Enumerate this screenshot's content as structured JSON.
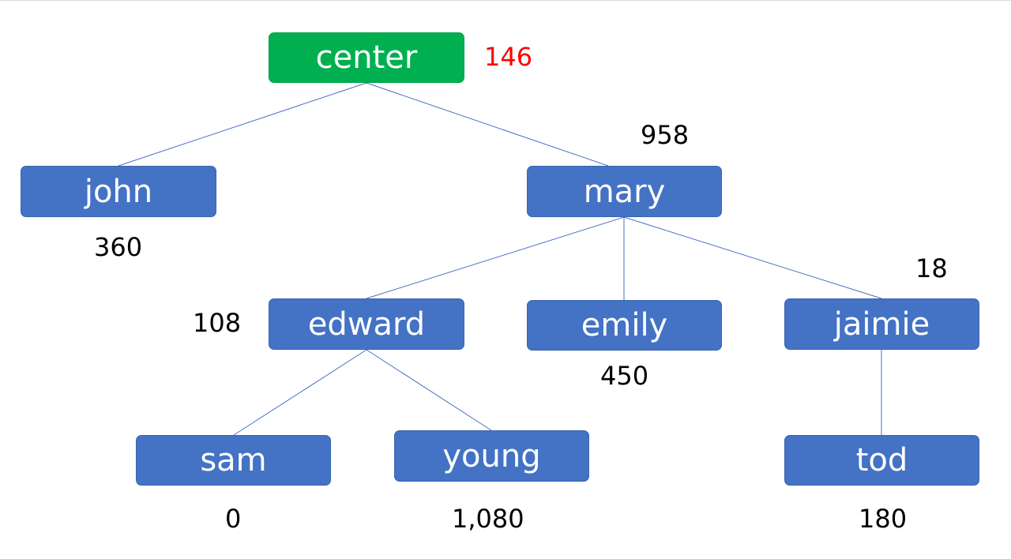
{
  "nodes": {
    "center": {
      "label": "center",
      "value": "146"
    },
    "john": {
      "label": "john",
      "value": "360"
    },
    "mary": {
      "label": "mary",
      "value": "958"
    },
    "edward": {
      "label": "edward",
      "value": "108"
    },
    "emily": {
      "label": "emily",
      "value": "450"
    },
    "jaimie": {
      "label": "jaimie",
      "value": "18"
    },
    "sam": {
      "label": "sam",
      "value": "0"
    },
    "young": {
      "label": "young",
      "value": "1,080"
    },
    "tod": {
      "label": "tod",
      "value": "180"
    }
  },
  "edges": [
    [
      "center",
      "john"
    ],
    [
      "center",
      "mary"
    ],
    [
      "mary",
      "edward"
    ],
    [
      "mary",
      "emily"
    ],
    [
      "mary",
      "jaimie"
    ],
    [
      "edward",
      "sam"
    ],
    [
      "edward",
      "young"
    ],
    [
      "jaimie",
      "tod"
    ]
  ],
  "colors": {
    "root_fill": "#00b050",
    "node_fill": "#4472c4",
    "edge": "#4472c4",
    "root_value_text": "#ff0000",
    "value_text": "#000000"
  }
}
